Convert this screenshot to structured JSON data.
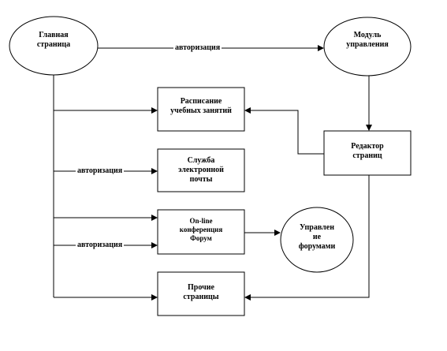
{
  "nodes": {
    "main_page": {
      "line1": "Главная",
      "line2": "страница"
    },
    "admin_module": {
      "line1": "Модуль",
      "line2": "управления"
    },
    "schedule": {
      "line1": "Расписание",
      "line2": "учебных занятий"
    },
    "page_editor": {
      "line1": "Редактор",
      "line2": "страниц"
    },
    "email_service": {
      "line1": "Служба",
      "line2": "электронной",
      "line3": "почты"
    },
    "online_conference": {
      "line1": "On-line",
      "line2": "конференция",
      "line3": "Форум"
    },
    "forum_management": {
      "line1": "Управлен",
      "line2": "ие",
      "line3": "форумами"
    },
    "other_pages": {
      "line1": "Прочие",
      "line2": "страницы"
    }
  },
  "edge_labels": {
    "main_to_admin": "авторизация",
    "to_email": "авторизация",
    "to_conference": "авторизация"
  }
}
